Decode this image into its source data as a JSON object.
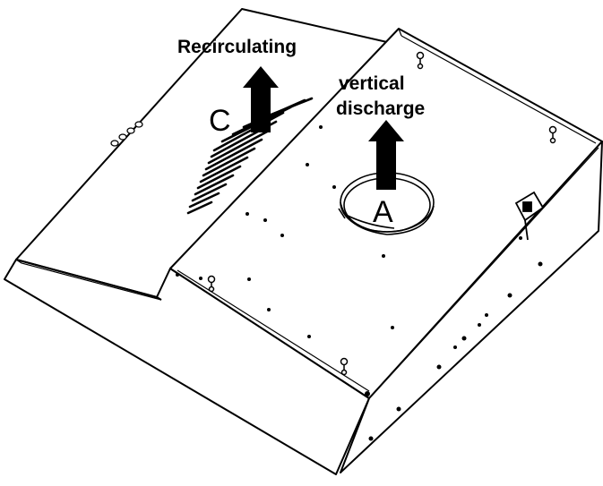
{
  "labels": {
    "recirculating": "Recirculating",
    "vertical": "vertical",
    "discharge": "discharge",
    "outlet_c": "C",
    "outlet_a": "A"
  },
  "colors": {
    "line": "#000000",
    "fill": "#ffffff",
    "arrow": "#000000"
  },
  "icons": {
    "recirculating_arrow": "arrow-up-icon",
    "vertical_arrow": "arrow-up-icon"
  }
}
